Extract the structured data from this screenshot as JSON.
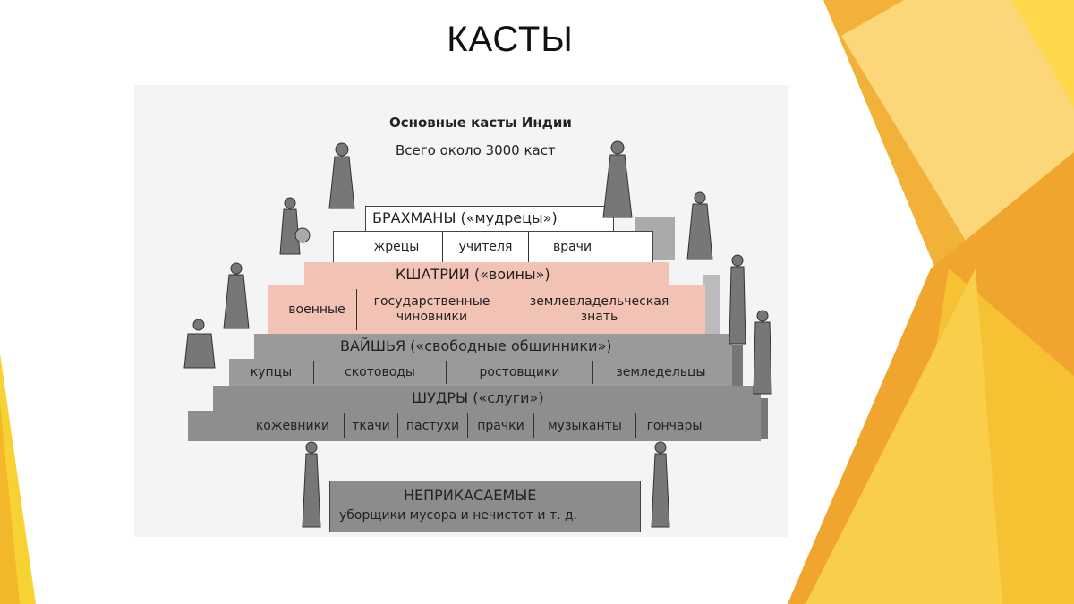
{
  "slide": {
    "title": "КАСТЫ"
  },
  "diagram": {
    "title": "Основные касты Индии",
    "subtitle": "Всего около 3000 каст",
    "castes": [
      {
        "name": "БРАХМАНЫ («мудрецы»)",
        "groups": [
          "жрецы",
          "учителя",
          "врачи"
        ]
      },
      {
        "name": "КШАТРИИ («воины»)",
        "groups": [
          "военные",
          "государственные чиновники",
          "землевладельческая знать"
        ]
      },
      {
        "name": "ВАЙШЬЯ («свободные общинники»)",
        "groups": [
          "купцы",
          "скотоводы",
          "ростовщики",
          "земледельцы"
        ]
      },
      {
        "name": "ШУДРЫ («слуги»)",
        "groups": [
          "кожевники",
          "ткачи",
          "пастухи",
          "прачки",
          "музыканты",
          "гончары"
        ]
      }
    ],
    "outcasts": {
      "name": "НЕПРИКАСАЕМЫЕ",
      "groups": "уборщики мусора и нечистот и т. д."
    }
  },
  "colors": {
    "brahmin": "#ffffff",
    "kshatriya": "#f2c2b4",
    "vaishya": "#9a9a9a",
    "shudra": "#8e8e8e",
    "outcast": "#8c8c8c",
    "accent_yellow": "#f5b82e",
    "accent_orange": "#e8962a"
  }
}
